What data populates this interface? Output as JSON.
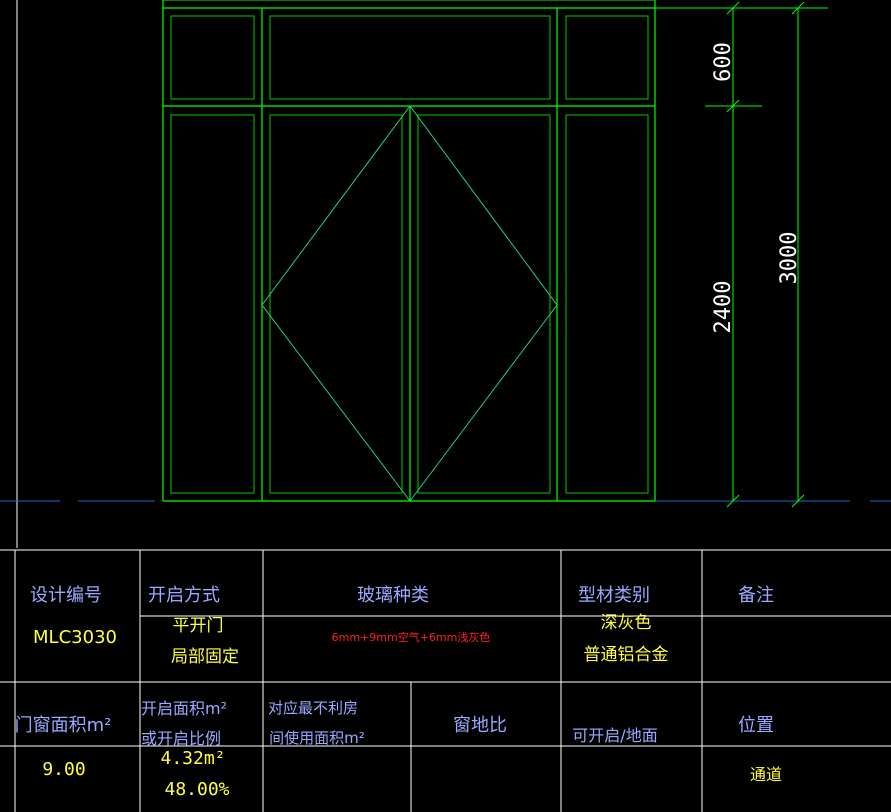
{
  "colors": {
    "background": "#000000",
    "frame": "#00ff00",
    "inner_frame": "#00c800",
    "swing_lines": "#1ed080",
    "dimension": "#00ff00",
    "dim_text": "#ffffff",
    "axis_line": "#1a6ac8",
    "table_line": "#ffffff",
    "header_text": "#9aa8ff",
    "value_yellow": "#ffff40",
    "value_red": "#ff2020"
  },
  "dimensions": {
    "top_panel": "600",
    "door_panel": "2400",
    "total_height": "3000"
  },
  "table": {
    "headers": {
      "design_code": "设计编号",
      "opening_method": "开启方式",
      "glass_type": "玻璃种类",
      "profile_type": "型材类别",
      "remarks": "备注"
    },
    "values": {
      "design_code": "MLC3030",
      "opening_line1": "平开门",
      "opening_line2": "局部固定",
      "glass": "6mm+9mm空气+6mm浅灰色",
      "profile_line1": "深灰色",
      "profile_line2": "普通铝合金"
    },
    "headers2": {
      "window_area": "门窗面积m²",
      "open_area_line1": "开启面积m²",
      "open_area_line2": "或开启比例",
      "room_area_line1": "对应最不利房",
      "room_area_line2": "间使用面积m²",
      "window_floor_ratio": "窗地比",
      "openable_floor": "可开启/地面",
      "location": "位置"
    },
    "values2": {
      "window_area": "9.00",
      "open_area": "4.32m²",
      "open_ratio": "48.00%",
      "location": "通道"
    }
  }
}
